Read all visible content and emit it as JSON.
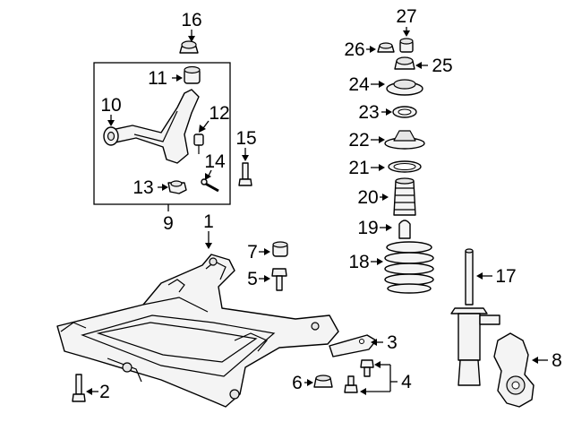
{
  "diagram": {
    "callouts": [
      {
        "id": "1",
        "label": "1"
      },
      {
        "id": "2",
        "label": "2"
      },
      {
        "id": "3",
        "label": "3"
      },
      {
        "id": "4",
        "label": "4"
      },
      {
        "id": "5",
        "label": "5"
      },
      {
        "id": "6",
        "label": "6"
      },
      {
        "id": "7",
        "label": "7"
      },
      {
        "id": "8",
        "label": "8"
      },
      {
        "id": "9",
        "label": "9"
      },
      {
        "id": "10",
        "label": "10"
      },
      {
        "id": "11",
        "label": "11"
      },
      {
        "id": "12",
        "label": "12"
      },
      {
        "id": "13",
        "label": "13"
      },
      {
        "id": "14",
        "label": "14"
      },
      {
        "id": "15",
        "label": "15"
      },
      {
        "id": "16",
        "label": "16"
      },
      {
        "id": "17",
        "label": "17"
      },
      {
        "id": "18",
        "label": "18"
      },
      {
        "id": "19",
        "label": "19"
      },
      {
        "id": "20",
        "label": "20"
      },
      {
        "id": "21",
        "label": "21"
      },
      {
        "id": "22",
        "label": "22"
      },
      {
        "id": "23",
        "label": "23"
      },
      {
        "id": "24",
        "label": "24"
      },
      {
        "id": "25",
        "label": "25"
      },
      {
        "id": "26",
        "label": "26"
      },
      {
        "id": "27",
        "label": "27"
      }
    ]
  }
}
